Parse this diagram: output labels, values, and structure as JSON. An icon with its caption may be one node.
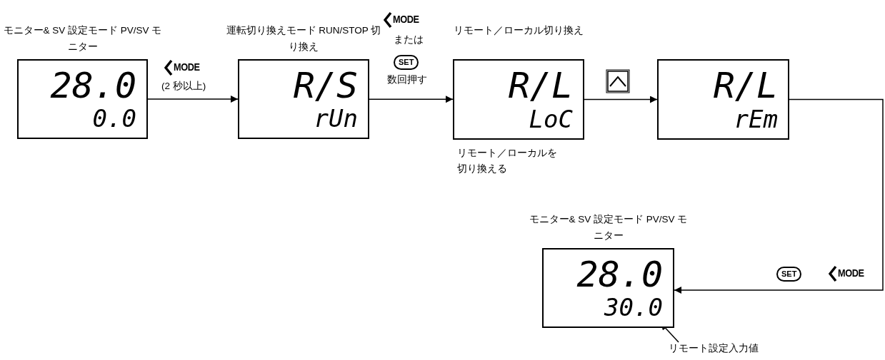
{
  "diagram": {
    "nodes": [
      {
        "text": [
          "モニター& SV 設定モード PV/SV モニター",
          "28.0",
          "0.0"
        ]
      },
      {
        "text": [
          "運転切り換えモード RUN/STOP 切り換え",
          "R/S",
          "rUn"
        ]
      },
      {
        "text": [
          "リモート／ローカル切り換え",
          "R/L",
          "LoC"
        ],
        "beside": [
          "リモート／ローカルを切り換える"
        ]
      },
      {
        "text": [
          "R/L",
          "rEm"
        ]
      },
      {
        "text": [
          "モニター& SV 設定モード PV/SV モニター",
          "28.0",
          "30.0"
        ]
      },
      {
        "text": [
          "リモート設定入力値"
        ]
      }
    ],
    "edges": [
      {
        "from": 0,
        "to": 1,
        "arrow": "to",
        "label": "(2 秒以上)"
      },
      {
        "from": 1,
        "to": 2,
        "arrow": "to"
      },
      {
        "from": 2,
        "to": 3,
        "arrow": "to"
      },
      {
        "from": 3,
        "to": 4,
        "arrow": "to"
      },
      {
        "from": 5,
        "to": null,
        "arrow": "to"
      }
    ],
    "labels": [
      "MODE",
      "MODE",
      "または",
      "SET",
      "数回押す",
      "SET",
      "MODE"
    ]
  }
}
